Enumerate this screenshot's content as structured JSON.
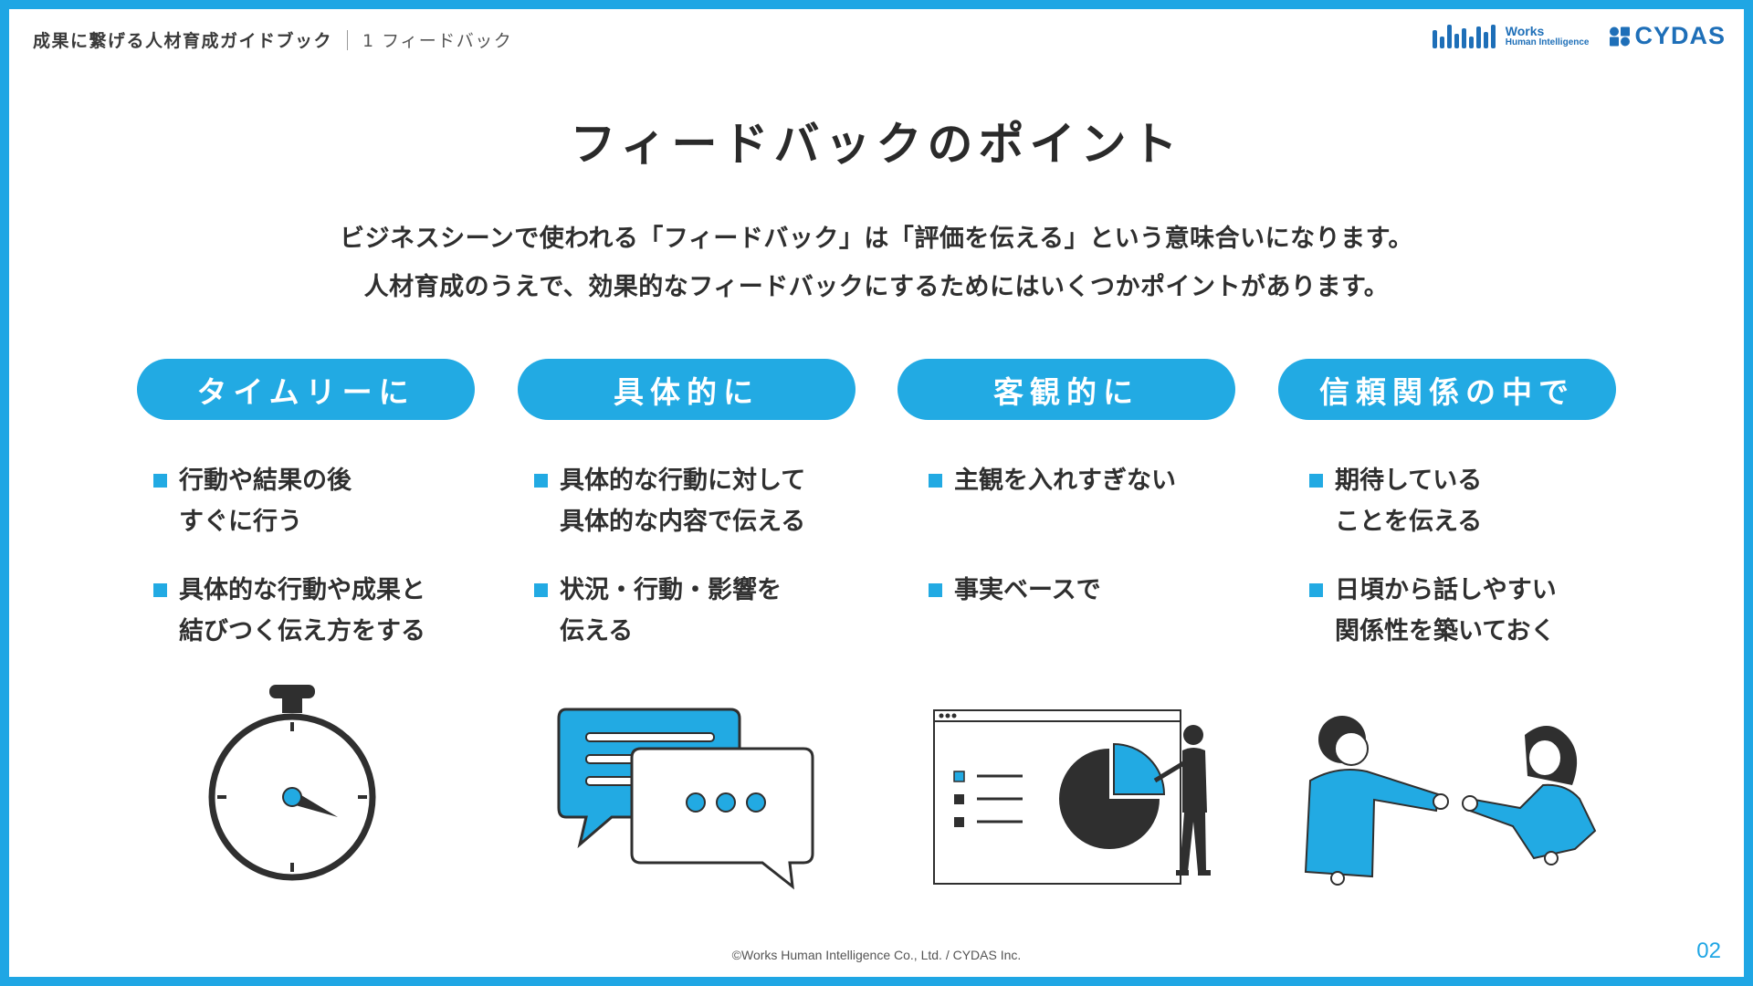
{
  "header": {
    "breadcrumb_main": "成果に繋げる人材育成ガイドブック",
    "breadcrumb_sub": "1 フィードバック",
    "logo_works_line1": "Works",
    "logo_works_line2": "Human Intelligence",
    "logo_cydas": "CYDAS"
  },
  "title": "フィードバックのポイント",
  "intro": [
    "ビジネスシーンで使われる「フィードバック」は「評価を伝える」という意味合いになります。",
    "人材育成のうえで、効果的なフィードバックにするためにはいくつかポイントがあります。"
  ],
  "columns": [
    {
      "heading": "タイムリーに",
      "points": [
        {
          "lines": [
            "行動や結果の後",
            "すぐに行う"
          ]
        },
        {
          "lines": [
            "具体的な行動や成果と",
            "結びつく伝え方をする"
          ]
        }
      ],
      "icon": "stopwatch-icon"
    },
    {
      "heading": "具体的に",
      "points": [
        {
          "lines": [
            "具体的な行動に対して",
            "具体的な内容で伝える"
          ]
        },
        {
          "lines": [
            "状況・行動・影響を",
            "伝える"
          ]
        }
      ],
      "icon": "speech-bubbles-icon"
    },
    {
      "heading": "客観的に",
      "points": [
        {
          "lines": [
            "主観を入れすぎない"
          ]
        },
        {
          "lines": [
            "事実ベースで"
          ]
        }
      ],
      "icon": "presentation-chart-icon"
    },
    {
      "heading": "信頼関係の中で",
      "points": [
        {
          "lines": [
            "期待している",
            "ことを伝える"
          ]
        },
        {
          "lines": [
            "日頃から話しやすい",
            "関係性を築いておく"
          ]
        }
      ],
      "icon": "fist-bump-icon"
    }
  ],
  "footer": {
    "copyright": "©Works Human Intelligence Co., Ltd. / CYDAS Inc.",
    "page_number": "02"
  },
  "colors": {
    "accent": "#22aae3",
    "frame": "#1fa6e4",
    "logo_blue": "#1e6fb8",
    "dark": "#2f2f2f"
  }
}
